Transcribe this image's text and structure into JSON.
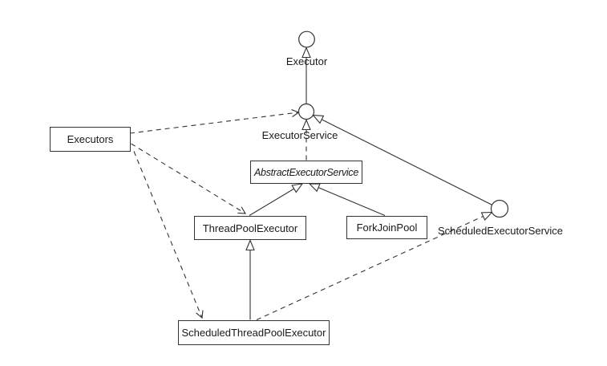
{
  "diagram": {
    "kind": "uml-class-diagram",
    "colors": {
      "background": "#ffffff",
      "line": "#333333",
      "text": "#1a1a1a",
      "node_fill": "#ffffff"
    },
    "nodes": {
      "executor": {
        "label": "Executor",
        "stereotype": "interface",
        "shape": "lollipop-circle"
      },
      "executor_service": {
        "label": "ExecutorService",
        "stereotype": "interface",
        "shape": "lollipop-circle"
      },
      "scheduled_executor_service": {
        "label": "ScheduledExecutorService",
        "stereotype": "interface",
        "shape": "lollipop-circle"
      },
      "executors": {
        "label": "Executors",
        "stereotype": "class",
        "shape": "rectangle"
      },
      "abstract_executor_service": {
        "label": "AbstractExecutorService",
        "stereotype": "abstract-class",
        "shape": "rectangle"
      },
      "thread_pool_executor": {
        "label": "ThreadPoolExecutor",
        "stereotype": "class",
        "shape": "rectangle"
      },
      "fork_join_pool": {
        "label": "ForkJoinPool",
        "stereotype": "class",
        "shape": "rectangle"
      },
      "scheduled_thread_pool_executor": {
        "label": "ScheduledThreadPoolExecutor",
        "stereotype": "class",
        "shape": "rectangle"
      }
    },
    "edges": [
      {
        "from": "ExecutorService",
        "to": "Executor",
        "type": "generalization",
        "line": "solid",
        "arrow": "hollow-triangle"
      },
      {
        "from": "ScheduledExecutorService",
        "to": "ExecutorService",
        "type": "generalization",
        "line": "solid",
        "arrow": "hollow-triangle"
      },
      {
        "from": "AbstractExecutorService",
        "to": "ExecutorService",
        "type": "realization",
        "line": "dashed",
        "arrow": "hollow-triangle"
      },
      {
        "from": "ThreadPoolExecutor",
        "to": "AbstractExecutorService",
        "type": "generalization",
        "line": "solid",
        "arrow": "hollow-triangle"
      },
      {
        "from": "ForkJoinPool",
        "to": "AbstractExecutorService",
        "type": "generalization",
        "line": "solid",
        "arrow": "hollow-triangle"
      },
      {
        "from": "ScheduledThreadPoolExecutor",
        "to": "ThreadPoolExecutor",
        "type": "generalization",
        "line": "solid",
        "arrow": "hollow-triangle"
      },
      {
        "from": "ScheduledThreadPoolExecutor",
        "to": "ScheduledExecutorService",
        "type": "realization",
        "line": "dashed",
        "arrow": "hollow-triangle"
      },
      {
        "from": "Executors",
        "to": "ExecutorService",
        "type": "dependency",
        "line": "dashed",
        "arrow": "open"
      },
      {
        "from": "Executors",
        "to": "ThreadPoolExecutor",
        "type": "dependency",
        "line": "dashed",
        "arrow": "open"
      },
      {
        "from": "Executors",
        "to": "ScheduledThreadPoolExecutor",
        "type": "dependency",
        "line": "dashed",
        "arrow": "open"
      }
    ]
  }
}
